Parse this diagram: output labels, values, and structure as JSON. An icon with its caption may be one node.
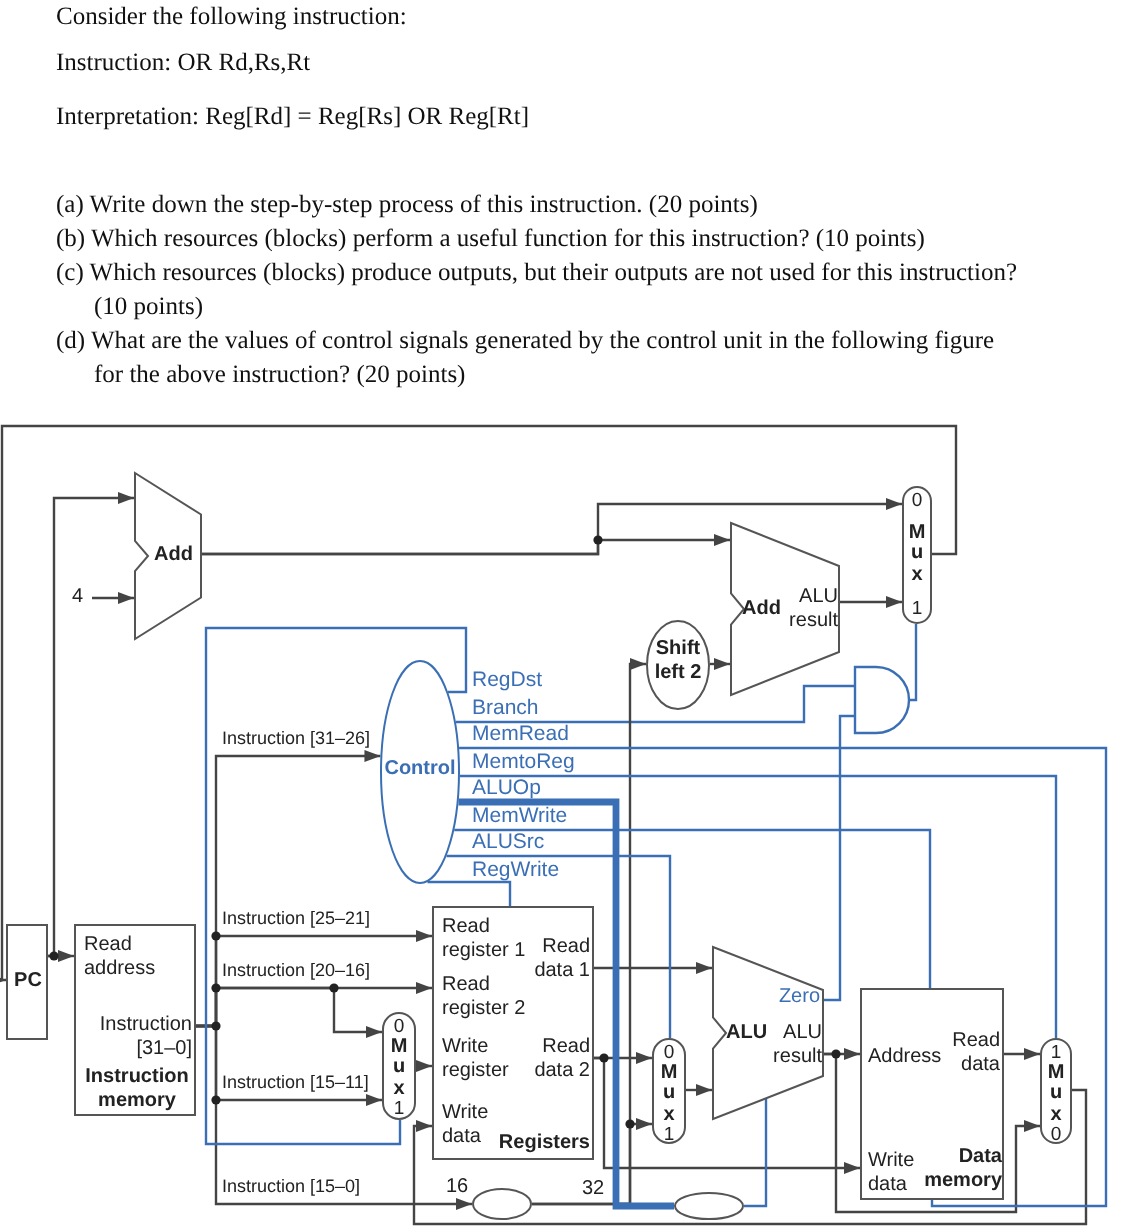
{
  "diagram": {
    "nodes": [
      {
        "text": [
          "Add"
        ]
      },
      {
        "text": [
          "4"
        ]
      },
      {
        "text": [
          "0",
          "Mux",
          "1"
        ]
      },
      {
        "text": [
          "Add",
          "ALU result"
        ]
      },
      {
        "text": [
          "Shift left 2"
        ]
      },
      {
        "text": [],
        "shape": "gate"
      },
      {
        "text": [
          "Control"
        ],
        "beside": [
          "RegDst",
          "Branch",
          "MemRead",
          "MemtoReg",
          "ALUOp",
          "MemWrite",
          "ALUSrc",
          "RegWrite"
        ]
      },
      {
        "text": [
          "PC"
        ]
      },
      {
        "text": [
          "Read address",
          "Instruction [31–0]",
          "Instruction memory"
        ]
      },
      {
        "text": [
          "Read register 1",
          "Read data 1",
          "Read register 2",
          "Write register",
          "Read data 2",
          "Write data",
          "Registers"
        ]
      },
      {
        "text": [
          "0",
          "Mux",
          "1"
        ]
      },
      {
        "text": [
          "0",
          "Mux",
          "1"
        ]
      },
      {
        "text": [
          "Zero",
          "ALU",
          "ALU result"
        ]
      },
      {
        "text": [
          "Address",
          "Read data",
          "Write data",
          "Data memory"
        ]
      },
      {
        "text": [
          "1",
          "Mux",
          "0"
        ]
      },
      {
        "text": [],
        "shape": "ellipse"
      },
      {
        "text": [],
        "shape": "ellipse"
      }
    ],
    "edges": [
      {
        "from": 7,
        "to": 8,
        "arrow": "to"
      },
      {
        "from": 7,
        "to": 0,
        "arrow": "to"
      },
      {
        "from": 1,
        "to": 0,
        "arrow": "to"
      },
      {
        "from": 0,
        "to": 2,
        "arrow": "to"
      },
      {
        "from": 0,
        "to": 3,
        "arrow": "to"
      },
      {
        "from": 3,
        "to": 2,
        "arrow": "to"
      },
      {
        "from": 4,
        "to": 3,
        "arrow": "to"
      },
      {
        "from": 2,
        "to": 7,
        "arrow": "to"
      },
      {
        "from": 5,
        "to": 2,
        "arrow": "none",
        "color": "#3b6fb5"
      },
      {
        "from": 6,
        "to": 5,
        "arrow": "none",
        "color": "#3b6fb5"
      },
      {
        "from": 12,
        "to": 5,
        "arrow": "none",
        "color": "#3b6fb5"
      },
      {
        "from": 8,
        "to": 6,
        "arrow": "to",
        "label": "Instruction [31–26]"
      },
      {
        "from": 8,
        "to": 9,
        "arrow": "to",
        "label": "Instruction [25–21]"
      },
      {
        "from": 8,
        "to": 9,
        "arrow": "to",
        "label": "Instruction [20–16]"
      },
      {
        "from": 8,
        "to": 10,
        "arrow": "to"
      },
      {
        "from": 8,
        "to": 10,
        "arrow": "to",
        "label": "Instruction [15–11]"
      },
      {
        "from": 8,
        "to": 15,
        "arrow": "to",
        "label": "Instruction [15–0]"
      },
      {
        "from": 10,
        "to": 9,
        "arrow": "to"
      },
      {
        "from": 9,
        "to": 12,
        "arrow": "to"
      },
      {
        "from": 9,
        "to": 11,
        "arrow": "to"
      },
      {
        "from": 9,
        "to": 13,
        "arrow": "to"
      },
      {
        "from": 15,
        "to": 11,
        "arrow": "to"
      },
      {
        "from": 15,
        "to": 4,
        "arrow": "to"
      },
      {
        "from": 11,
        "to": 12,
        "arrow": "to"
      },
      {
        "from": 12,
        "to": 13,
        "arrow": "to"
      },
      {
        "from": 12,
        "to": 14,
        "arrow": "to"
      },
      {
        "from": 13,
        "to": 14,
        "arrow": "to"
      },
      {
        "from": 14,
        "to": 9,
        "arrow": "to"
      },
      {
        "from": 6,
        "to": 10,
        "arrow": "none",
        "color": "#3b6fb5"
      },
      {
        "from": 6,
        "to": 13,
        "arrow": "none",
        "color": "#3b6fb5"
      },
      {
        "from": 6,
        "to": 14,
        "arrow": "none",
        "color": "#3b6fb5"
      },
      {
        "from": 6,
        "to": 16,
        "arrow": "none",
        "color": "#3b6fb5",
        "style": "thick"
      },
      {
        "from": 6,
        "to": 13,
        "arrow": "none",
        "color": "#3b6fb5"
      },
      {
        "from": 6,
        "to": 11,
        "arrow": "none",
        "color": "#3b6fb5"
      },
      {
        "from": 6,
        "to": 9,
        "arrow": "none",
        "color": "#3b6fb5"
      },
      {
        "from": 16,
        "to": 12,
        "arrow": "none",
        "color": "#3b6fb5"
      }
    ],
    "labels": [
      "Consider the following instruction:",
      "Instruction: OR Rd,Rs,Rt",
      "Interpretation: Reg[Rd] = Reg[Rs] OR Reg[Rt]",
      "(a) Write down the step-by-step process of this instruction. (20 points)",
      "(b) Which resources (blocks) perform a useful function for this instruction? (10 points)",
      "(c) Which resources (blocks) produce outputs, but their outputs are not used for this instruction? (10 points)",
      "(d) What are the values of control signals generated by the control unit in the following figure for the above instruction? (20 points)",
      "16",
      "32"
    ]
  }
}
